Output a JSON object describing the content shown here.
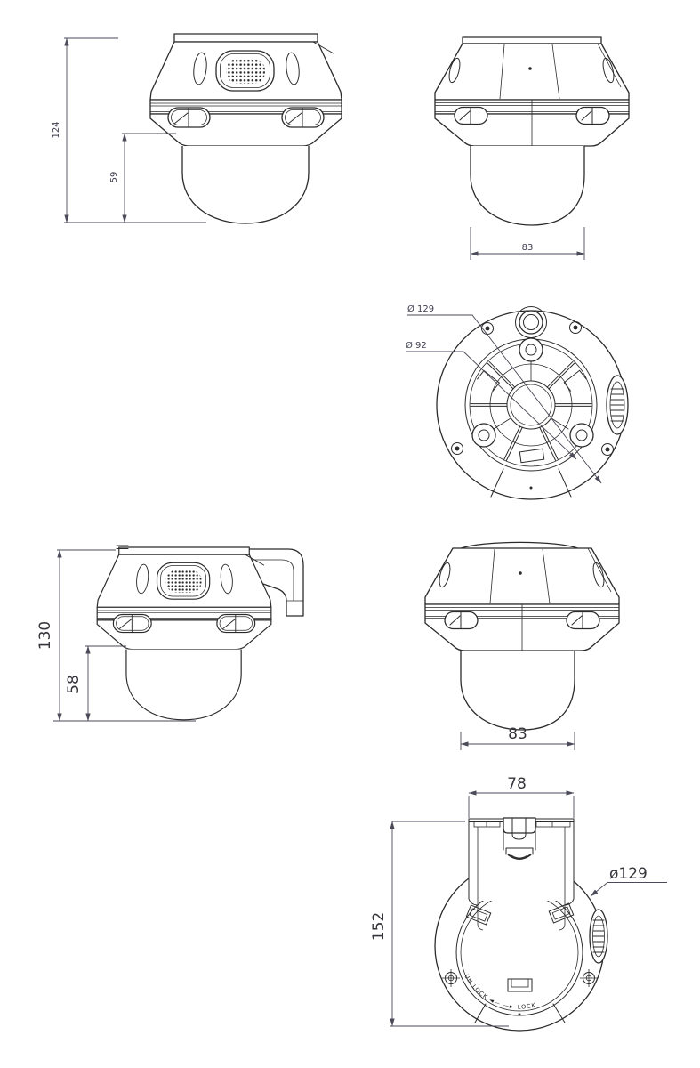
{
  "drawing": {
    "title": "ptz-dome-camera-dimensional-drawing",
    "line_color": "#2b2b2b",
    "dimension_color": "#4a4a58",
    "views": {
      "ceiling_front": {
        "dim_overall_height": "124",
        "dim_dome_height": "59"
      },
      "ceiling_side": {
        "dim_width": "83"
      },
      "base_bottom": {
        "dim_outer_diameter": "Ø 129",
        "dim_plate_diameter": "Ø 92"
      },
      "wall_front": {
        "dim_overall_height": "130",
        "dim_dome_height": "58"
      },
      "wall_side": {
        "dim_width": "83"
      },
      "bracket_back": {
        "dim_width": "78",
        "dim_height": "152",
        "dim_diameter": "ø129",
        "ring_text": "UN LOCK  ◄—   —►  LOCK"
      }
    }
  }
}
